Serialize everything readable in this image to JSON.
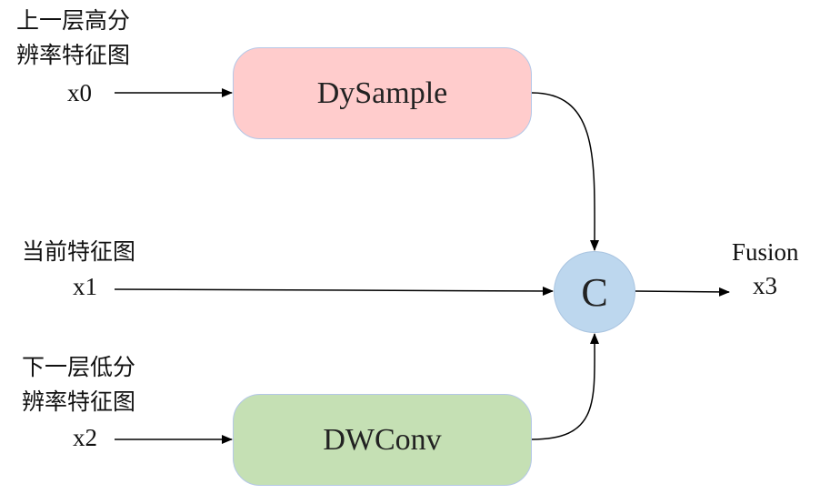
{
  "inputs": [
    {
      "line1": "上一层高分",
      "line2": "辨率特征图",
      "var": "x0"
    },
    {
      "line1": "当前特征图",
      "var": "x1"
    },
    {
      "line1": "下一层低分",
      "line2": "辨率特征图",
      "var": "x2"
    }
  ],
  "blocks": {
    "upper": "DySample",
    "lower": "DWConv",
    "concat": "C"
  },
  "output": {
    "title": "Fusion",
    "var": "x3"
  },
  "colors": {
    "dysample_fill": "#ffcccc",
    "dwconv_fill": "#c5e0b4",
    "concat_fill": "#bdd7ee",
    "box_border": "#b4c7e7"
  }
}
